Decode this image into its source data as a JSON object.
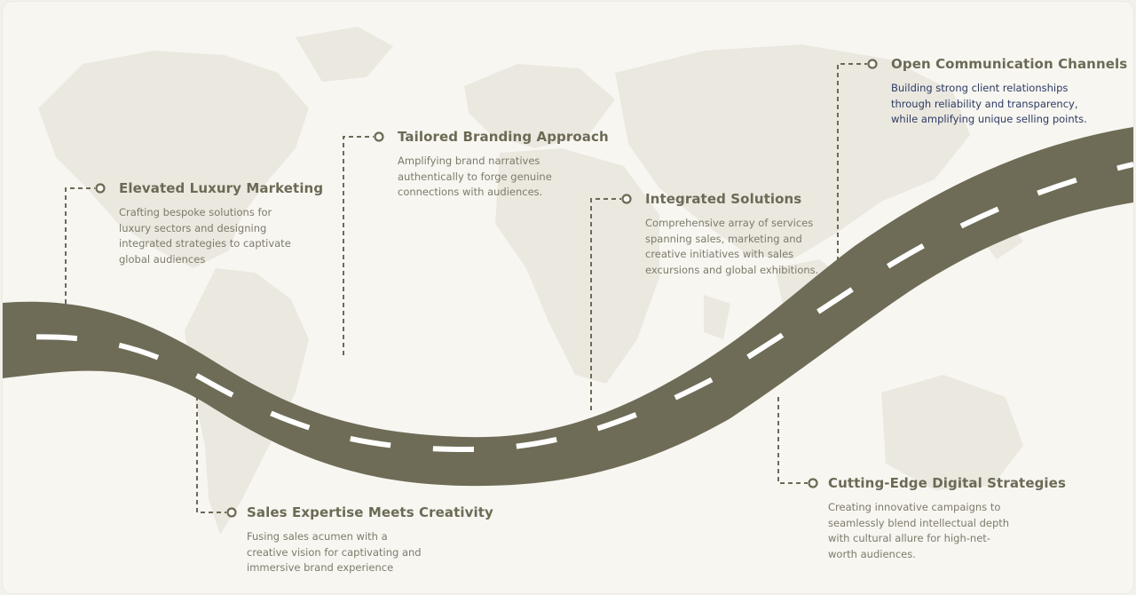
{
  "colors": {
    "road": "#6e6c56",
    "connector": "#6c6a55",
    "title": "#6c6a55",
    "description": "#7d7a6a",
    "highlight_description": "#2c3b64",
    "background": "#f8f6f1",
    "map": "#ebe8e0"
  },
  "milestones": [
    {
      "title": "Elevated Luxury Marketing",
      "lines": [
        "Crafting bespoke solutions for",
        "luxury sectors and designing",
        "integrated strategies to captivate",
        "global audiences"
      ]
    },
    {
      "title": "Tailored Branding Approach",
      "lines": [
        "Amplifying brand narratives",
        "authentically to forge genuine",
        "connections with audiences."
      ]
    },
    {
      "title": "Integrated Solutions",
      "lines": [
        "Comprehensive array of services",
        "spanning sales, marketing and",
        "creative initiatives with sales",
        "excursions and global exhibitions."
      ]
    },
    {
      "title": "Open Communication Channels",
      "lines": [
        "Building strong client relationships",
        "through reliability and transparency,",
        "while amplifying unique selling points."
      ]
    },
    {
      "title": "Sales Expertise Meets Creativity",
      "lines": [
        "Fusing sales acumen with a",
        "creative vision for captivating and",
        "immersive brand experience"
      ]
    },
    {
      "title": "Cutting-Edge Digital Strategies",
      "lines": [
        "Creating innovative campaigns to",
        "seamlessly blend intellectual depth",
        "with cultural allure for high-net-",
        "worth audiences."
      ]
    }
  ]
}
